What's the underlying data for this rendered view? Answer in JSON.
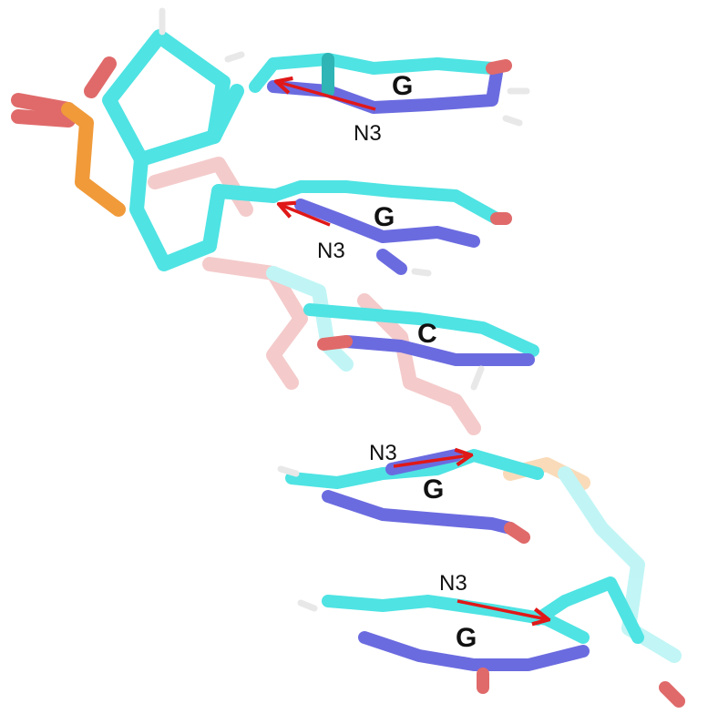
{
  "figure": {
    "description": "3D stick model of a DNA strand segment (5 stacked nucleobases) with N3 atoms marked by red arrows",
    "colors": {
      "carbon": "#4fe3e3",
      "carbon_dark": "#2fb5b5",
      "nitrogen": "#6b6be0",
      "oxygen": "#e06a6a",
      "phosphorus": "#f09a3a",
      "hydrogen": "#e8e8e8",
      "arrow": "#e01818",
      "label": "#111111"
    },
    "bases": [
      {
        "label": "G",
        "n3_label": "N3"
      },
      {
        "label": "G",
        "n3_label": "N3"
      },
      {
        "label": "C"
      },
      {
        "label": "G",
        "n3_label": "N3"
      },
      {
        "label": "G",
        "n3_label": "N3"
      }
    ]
  }
}
